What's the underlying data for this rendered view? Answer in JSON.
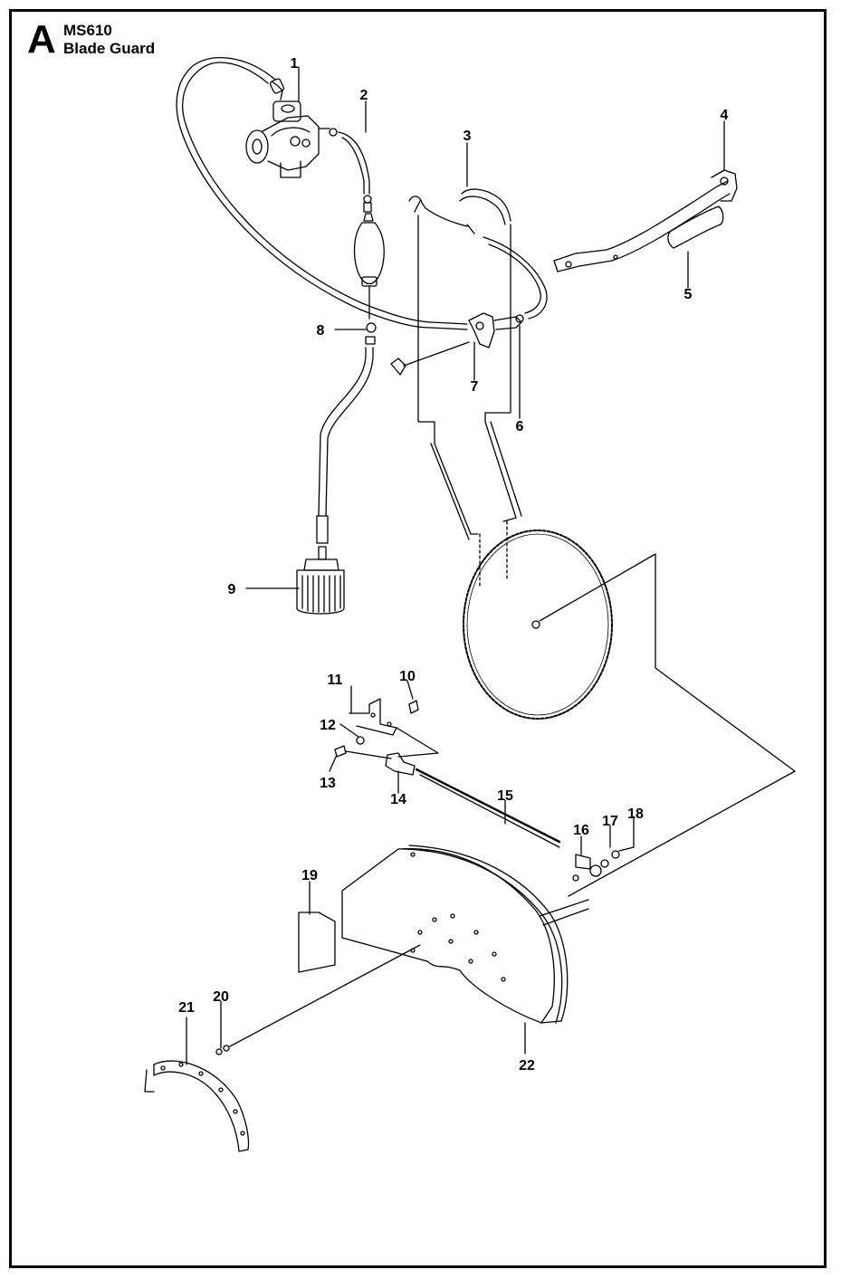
{
  "header": {
    "section": "A",
    "model": "MS610",
    "title": "Blade Guard"
  },
  "callouts": [
    "1",
    "2",
    "3",
    "4",
    "5",
    "6",
    "7",
    "8",
    "9",
    "10",
    "11",
    "12",
    "13",
    "14",
    "15",
    "16",
    "17",
    "18",
    "19",
    "20",
    "21",
    "22"
  ]
}
